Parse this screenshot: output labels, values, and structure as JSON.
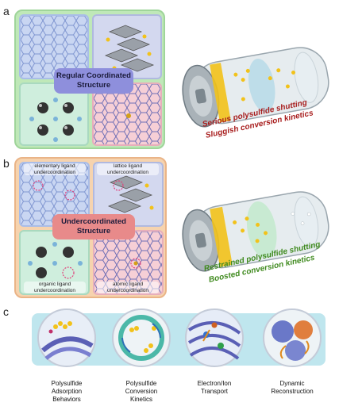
{
  "panels": {
    "a": {
      "letter": "a",
      "center_label_line1": "Regular Coordinated",
      "center_label_line2": "Structure",
      "battery_line1": "Serious polysulfide shutting",
      "battery_line2": "Sluggish conversion kinetics",
      "battery_text_color": "#a81e1e",
      "pill_color": "#8e8fdc"
    },
    "b": {
      "letter": "b",
      "center_label_line1": "Undercoordinated",
      "center_label_line2": "Structure",
      "tags": {
        "tl_line1": "elementary ligand",
        "tl_line2": "undercoordination",
        "tr_line1": "lattice ligand",
        "tr_line2": "undercoordination",
        "bl_line1": "organic ligand",
        "bl_line2": "undercoordination",
        "br_line1": "atomic ligand",
        "br_line2": "undercoordination"
      },
      "battery_line1": "Restrained polysulfide shutting",
      "battery_line2": "Boosted conversion kinetics",
      "battery_text_color": "#3f8a1e",
      "pill_color": "#e88a8a"
    },
    "c": {
      "letter": "c",
      "captions": [
        {
          "line1": "Polysulfide",
          "line2": "Adsorption",
          "line3": "Behaviors"
        },
        {
          "line1": "Polysulfide",
          "line2": "Conversion",
          "line3": "Kinetics"
        },
        {
          "line1": "Electron/Ion",
          "line2": "Transport",
          "line3": ""
        },
        {
          "line1": "Dynamic",
          "line2": "Reconstruction",
          "line3": ""
        }
      ]
    }
  },
  "colors": {
    "frame_a": "#b6e3b0",
    "frame_b": "#f3c9a0",
    "quad_blue": "#c9d6f2",
    "quad_green": "#cfeedd",
    "quad_pink": "#f6cfd6",
    "band_c": "#bfe6ee",
    "sulfur": "#f2c21a"
  }
}
